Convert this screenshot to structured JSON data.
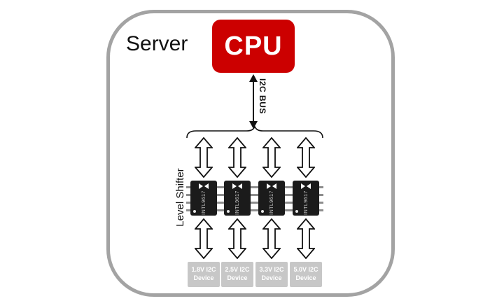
{
  "diagram": {
    "server_label": "Server",
    "cpu_label": "CPU",
    "bus_label": "I2C BUS",
    "level_shifter_label": "Level Shifter",
    "chip_label": "INTL9617",
    "devices": [
      {
        "line1": "1.8V I2C",
        "line2": "Device"
      },
      {
        "line1": "2.5V I2C",
        "line2": "Device"
      },
      {
        "line1": "3.3V I2C",
        "line2": "Device"
      },
      {
        "line1": "5.0V I2C",
        "line2": "Device"
      }
    ],
    "colors": {
      "cpu": "#cc0000",
      "device_box": "#c7c7c7",
      "frame_border": "#a3a3a3",
      "chip_body": "#1b1b1b"
    }
  }
}
